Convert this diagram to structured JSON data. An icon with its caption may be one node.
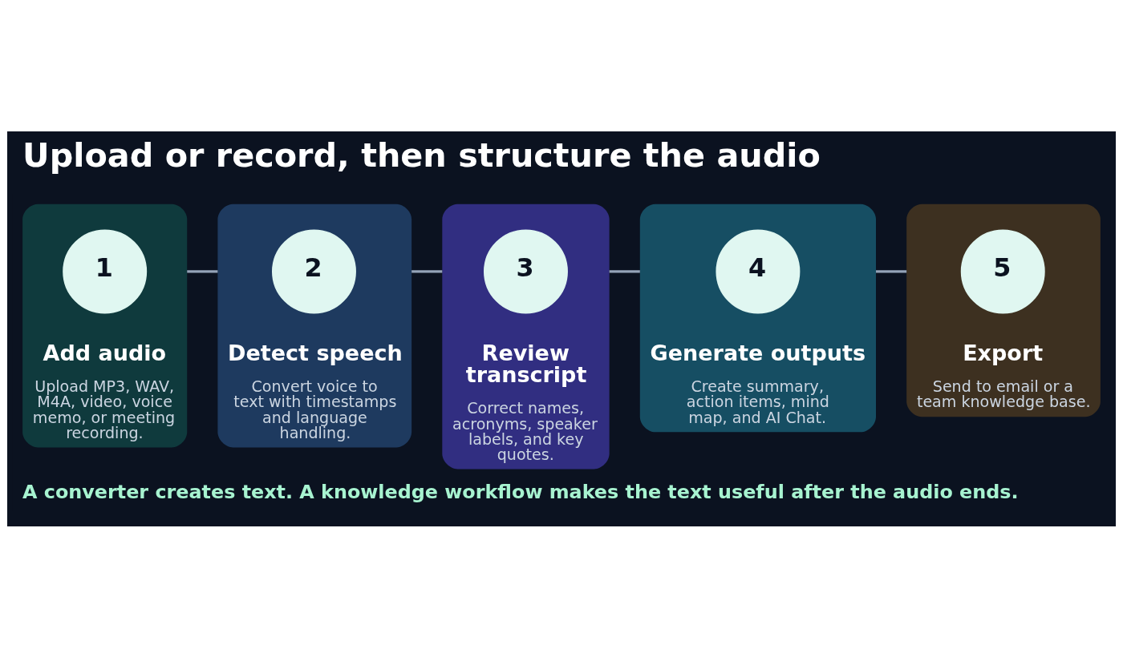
{
  "diagram": {
    "title": "Upload or record, then structure the audio",
    "caption": "A converter creates text. A knowledge workflow makes the text useful after the audio ends.",
    "nodes": [
      {
        "text": [
          "Add audio",
          "Upload MP3, WAV, M4A, video, voice memo, or meeting recording."
        ]
      },
      {
        "text": [
          "1"
        ],
        "in": 0
      },
      {
        "text": [
          "Detect speech",
          "Convert voice to text with timestamps and language handling."
        ]
      },
      {
        "text": [
          "2"
        ],
        "in": 2
      },
      {
        "text": [
          "Review transcript",
          "Correct names, acronyms, speaker labels, and key quotes."
        ]
      },
      {
        "text": [
          "3"
        ],
        "in": 4
      },
      {
        "text": [
          "Generate outputs",
          "Create summary, action items, mind map, and AI Chat."
        ]
      },
      {
        "text": [
          "4"
        ],
        "in": 6
      },
      {
        "text": [
          "Export",
          "Send to email or a team knowledge base."
        ]
      },
      {
        "text": [
          "5"
        ],
        "in": 8
      }
    ],
    "edges": [
      {
        "from": 0,
        "to": 2,
        "arrow": "none"
      },
      {
        "from": 2,
        "to": 4,
        "arrow": "none"
      },
      {
        "from": 4,
        "to": 6,
        "arrow": "none"
      },
      {
        "from": 6,
        "to": 8,
        "arrow": "none"
      }
    ]
  }
}
